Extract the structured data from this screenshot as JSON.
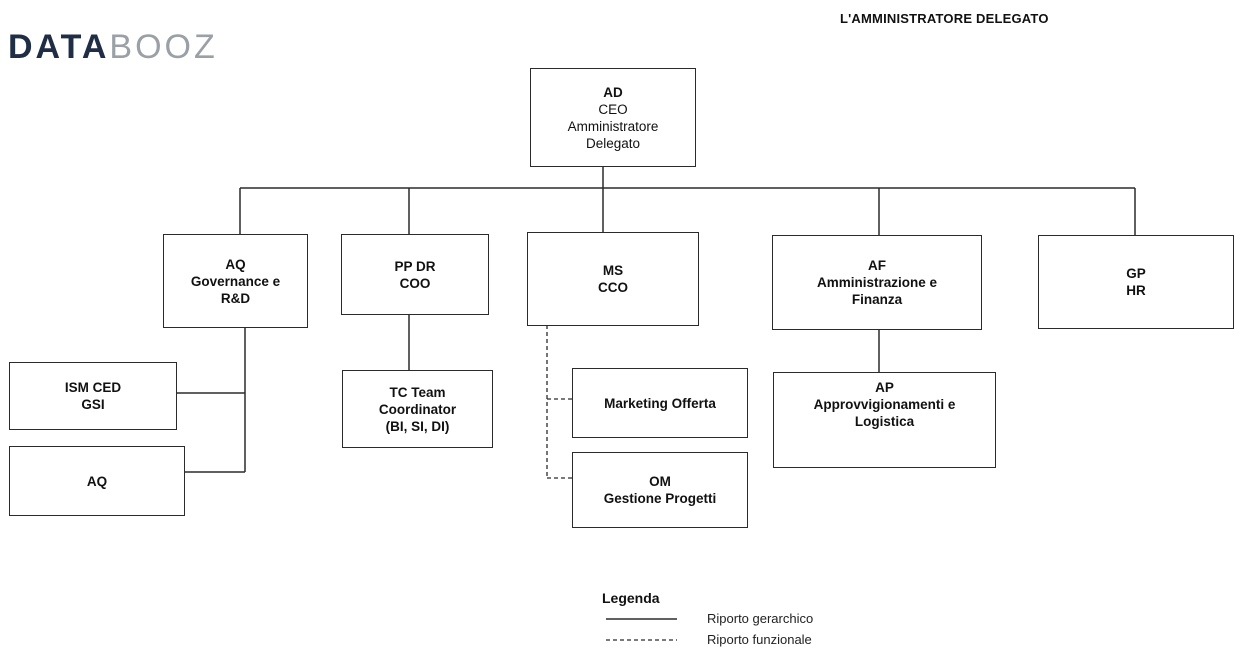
{
  "header": {
    "logo_part1": "DATA",
    "logo_part2": "BOOZ",
    "title": "L'AMMINISTRATORE DELEGATO"
  },
  "nodes": {
    "ad": [
      "AD",
      "CEO",
      "Amministratore",
      "Delegato"
    ],
    "aq_gov": [
      "AQ",
      "Governance e",
      "R&D"
    ],
    "ppdr": [
      "PP DR",
      "COO"
    ],
    "ms": [
      "MS",
      "CCO"
    ],
    "af": [
      "AF",
      "Amministrazione e",
      "Finanza"
    ],
    "gp": [
      "GP",
      "HR"
    ],
    "ism": [
      "ISM CED",
      "GSI"
    ],
    "aq": [
      "AQ"
    ],
    "tc": [
      "TC Team",
      "Coordinator",
      "(BI, SI, DI)"
    ],
    "marketing": [
      "Marketing Offerta"
    ],
    "om": [
      "OM",
      "Gestione Progetti"
    ],
    "ap": [
      "AP",
      "Approvvigionamenti e",
      "Logistica"
    ]
  },
  "legend": {
    "title": "Legenda",
    "solid_label": "Riporto gerarchico",
    "dashed_label": "Riporto funzionale"
  },
  "colors": {
    "logo_dark": "#1f2d45",
    "logo_light": "#9aa0a6",
    "line": "#2b2b2b"
  }
}
